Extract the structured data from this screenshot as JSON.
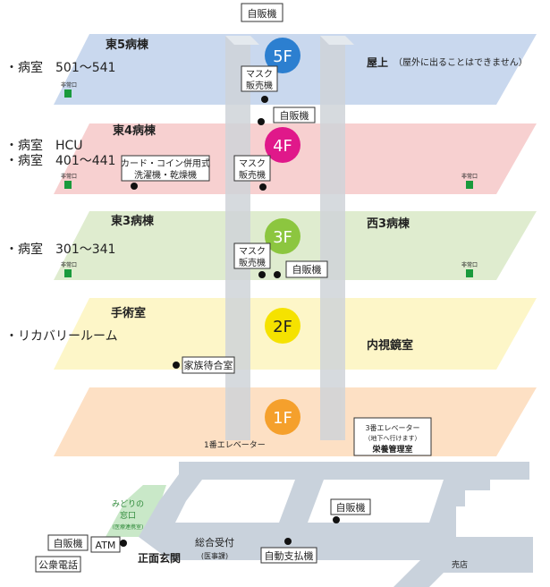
{
  "colors": {
    "f5": "#c9d8ee",
    "f4": "#f7d0d0",
    "f3": "#dfeccf",
    "f2": "#fdf6c8",
    "f1": "#fde0c4",
    "b5": "#2c7fd0",
    "b4": "#e0188a",
    "b3": "#8cc63f",
    "b2": "#f5e200",
    "b1": "#f5a02c",
    "path": "#c9d2dc",
    "midori": "#c9e8c8"
  },
  "badges": {
    "f5": "5F",
    "f4": "4F",
    "f3": "3F",
    "f2": "2F",
    "f1": "1F"
  },
  "floor5": {
    "building": "東5病棟",
    "rooms": "・病室　501〜541",
    "roof": "屋上",
    "roof_note": "（屋外に出ることはできません）",
    "exit": "非常口",
    "vending_top": "自販機",
    "mask1": "マスク",
    "mask2": "販売機"
  },
  "floor4": {
    "building": "東4病棟",
    "rooms1": "・病室　HCU",
    "rooms2": "・病室　401〜441",
    "laundry1": "カード・コイン併用式",
    "laundry2": "洗濯機・乾燥機",
    "vending": "自販機",
    "mask1": "マスク",
    "mask2": "販売機",
    "exit_left": "非常口",
    "exit_right": "非常口"
  },
  "floor3": {
    "building": "東3病棟",
    "west": "西3病棟",
    "rooms": "・病室　301〜341",
    "mask1": "マスク",
    "mask2": "販売機",
    "vending": "自販機",
    "exit_left": "非常口",
    "exit_right": "非常口"
  },
  "floor2": {
    "surgery": "手術室",
    "recovery": "・リカバリールーム",
    "endoscopy": "内視鏡室",
    "family": "家族待合室"
  },
  "floor1": {
    "elevator1": "1番エレベーター",
    "elevator3_1": "3番エレベーター",
    "elevator3_2": "（地下へ行けます）",
    "nutrition": "栄養管理室"
  },
  "ground": {
    "midori1": "みどりの",
    "midori2": "窓口",
    "midori3": "(医療連携室)",
    "vending_left": "自販機",
    "phone": "公衆電話",
    "atm": "ATM",
    "entrance": "正面玄関",
    "reception1": "総合受付",
    "reception2": "(医事課)",
    "payment": "自動支払機",
    "vending_right": "自販機",
    "shop": "売店"
  }
}
